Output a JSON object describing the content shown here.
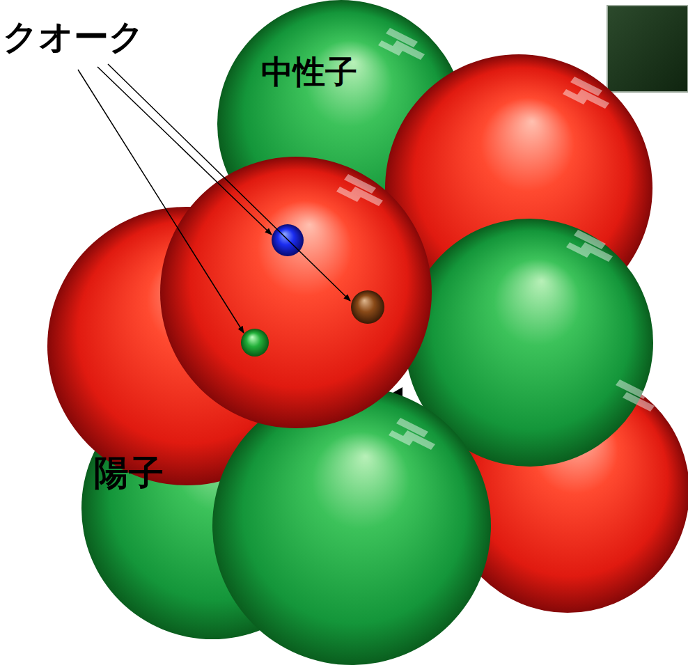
{
  "diagram": {
    "nodes": [
      {
        "text": [
          "中性子"
        ]
      },
      {
        "text": [
          "陽子"
        ]
      }
    ],
    "labels": [
      "クオーク"
    ]
  }
}
